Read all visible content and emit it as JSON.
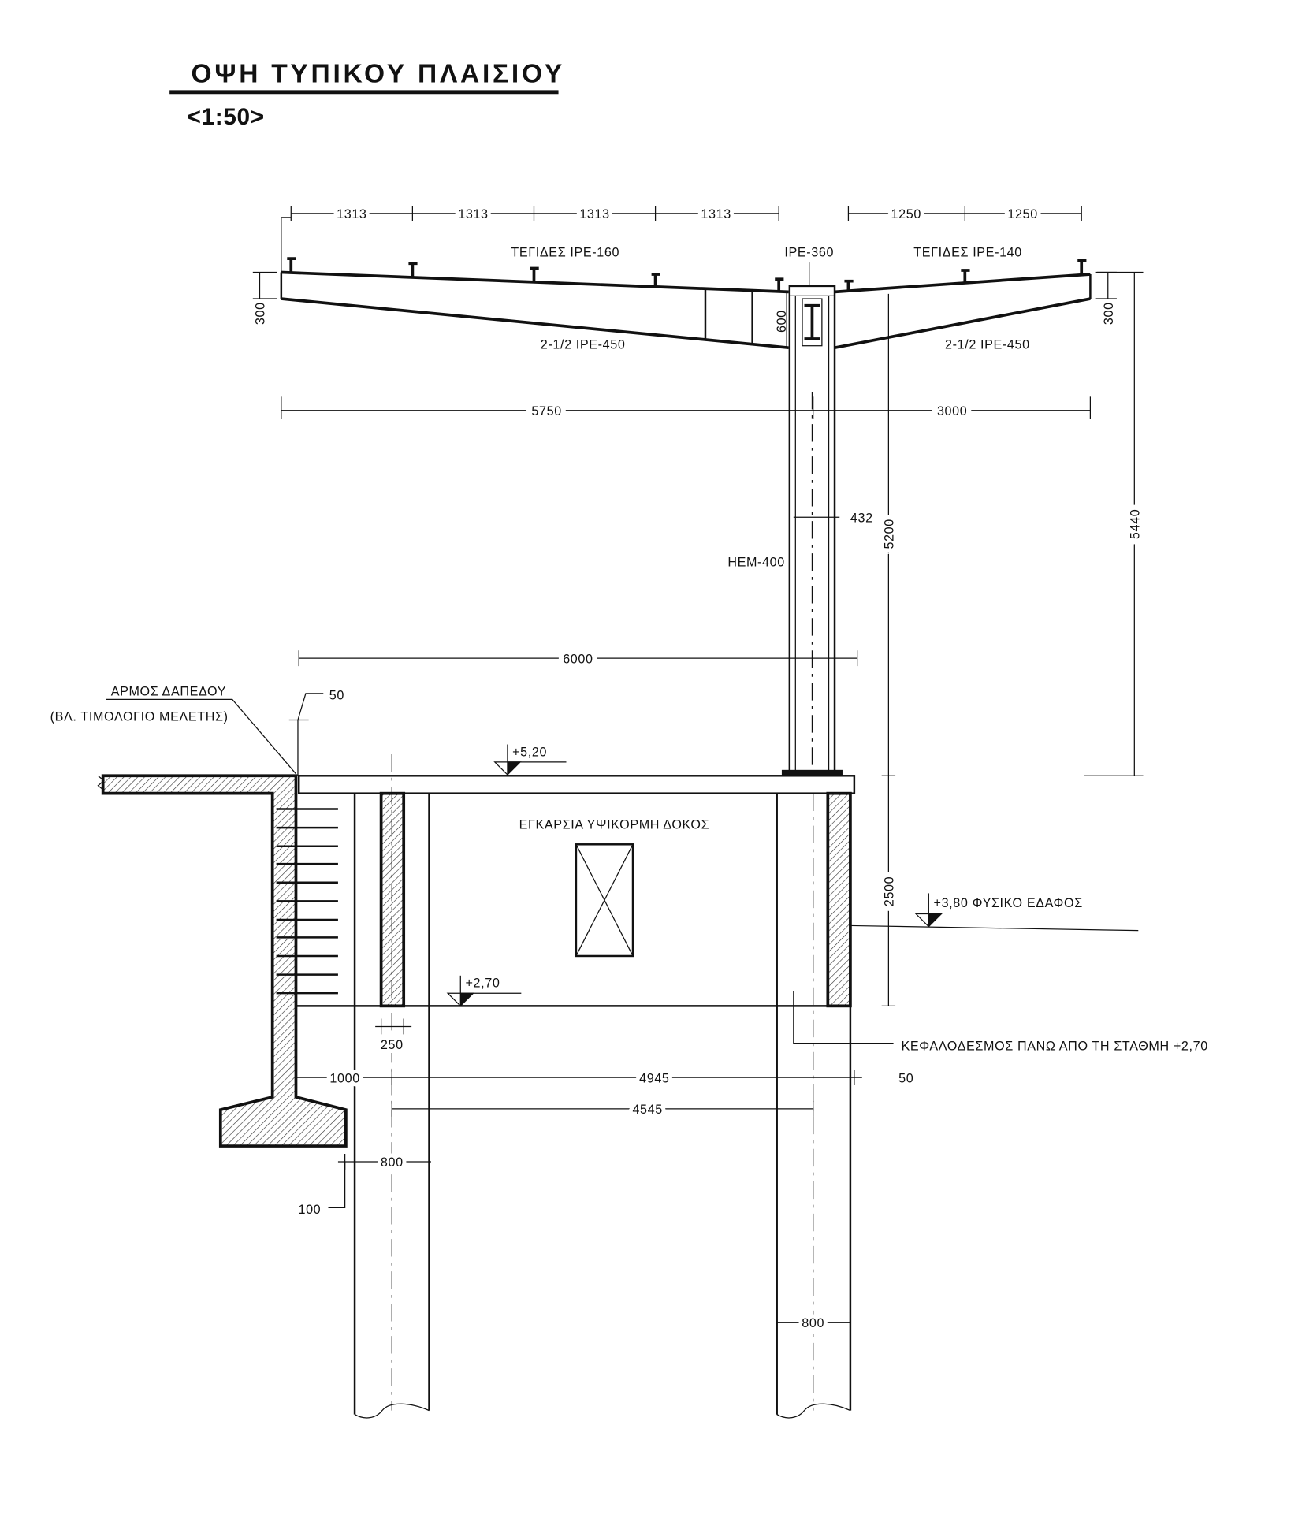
{
  "title": "ΟΨΗ ΤΥΠΙΚΟΥ ΠΛΑΙΣΙΟΥ",
  "scale": "<1:50>",
  "roof": {
    "purlins_left": "ΤΕΓΙΔΕΣ IPE-160",
    "purlins_right": "ΤΕΓΙΔΕΣ IPE-140",
    "ridge_section": "IPE-360",
    "beam_left": "2-1/2 IPE-450",
    "beam_right": "2-1/2 IPE-450",
    "purlin_spacing_left": [
      "1313",
      "1313",
      "1313",
      "1313"
    ],
    "purlin_spacing_right": [
      "1250",
      "1250"
    ],
    "end_depth_left": "300",
    "end_depth_right": "300",
    "haunch_depth": "600",
    "span_left": "5750",
    "span_right": "3000"
  },
  "column": {
    "section": "HEM-400",
    "offset": "432",
    "height_5200": "5200",
    "height_5440": "5440"
  },
  "foundation": {
    "dim_6000": "6000",
    "joint_label": "ΑΡΜΟΣ ΔΑΠΕΔΟΥ",
    "joint_note": "(ΒΛ. ΤΙΜΟΛΟΓΙΟ ΜΕΛΕΤΗΣ)",
    "joint_gap": "50",
    "level_top": "+5,20",
    "level_bottom": "+2,70",
    "ground_level": "+3,80 ΦΥΣΙΚΟ ΕΔΑΦΟΣ",
    "beam_label": "ΕΓΚΑΡΣΙΑ ΥΨΙΚΟΡΜΗ ΔΟΚΟΣ",
    "dim_2500": "2500",
    "capping_beam_note": "ΚΕΦΑΛΟΔΕΣΜΟΣ ΠΑΝΩ ΑΠΟ ΤΗ ΣΤΑΘΜΗ +2,70",
    "wall_thickness": "250",
    "dim_1000": "1000",
    "dim_4945": "4945",
    "dim_50": "50",
    "dim_4545": "4545",
    "pile_left_dia": "800",
    "pile_right_dia": "800",
    "dim_100": "100"
  }
}
